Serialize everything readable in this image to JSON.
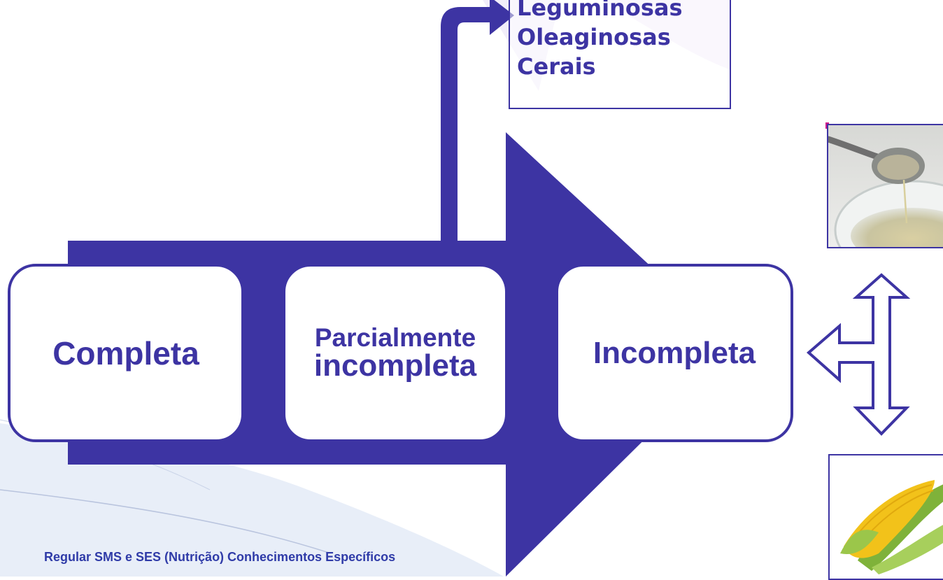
{
  "colors": {
    "primary": "#3d34a3",
    "accent_pink": "#d0178a",
    "footer_text": "#2f3ba8",
    "background_wave": "#e8eef8"
  },
  "stages": [
    {
      "label": "Completa"
    },
    {
      "label_line1": "Parcialmente",
      "label_line2": "incompleta"
    },
    {
      "label": "Incompleta"
    }
  ],
  "foods": [
    "Leguminosas",
    "Oleaginosas",
    "Cerais"
  ],
  "icons": {
    "main_flow": "large-right-arrow-icon",
    "branch": "bent-up-arrow-icon",
    "connector": "three-way-outline-arrow-icon"
  },
  "images": {
    "top": "spoon-oil-photo",
    "bottom": "corn-cob-photo"
  },
  "footer": "Regular SMS e SES (Nutrição) Conhecimentos Específicos"
}
